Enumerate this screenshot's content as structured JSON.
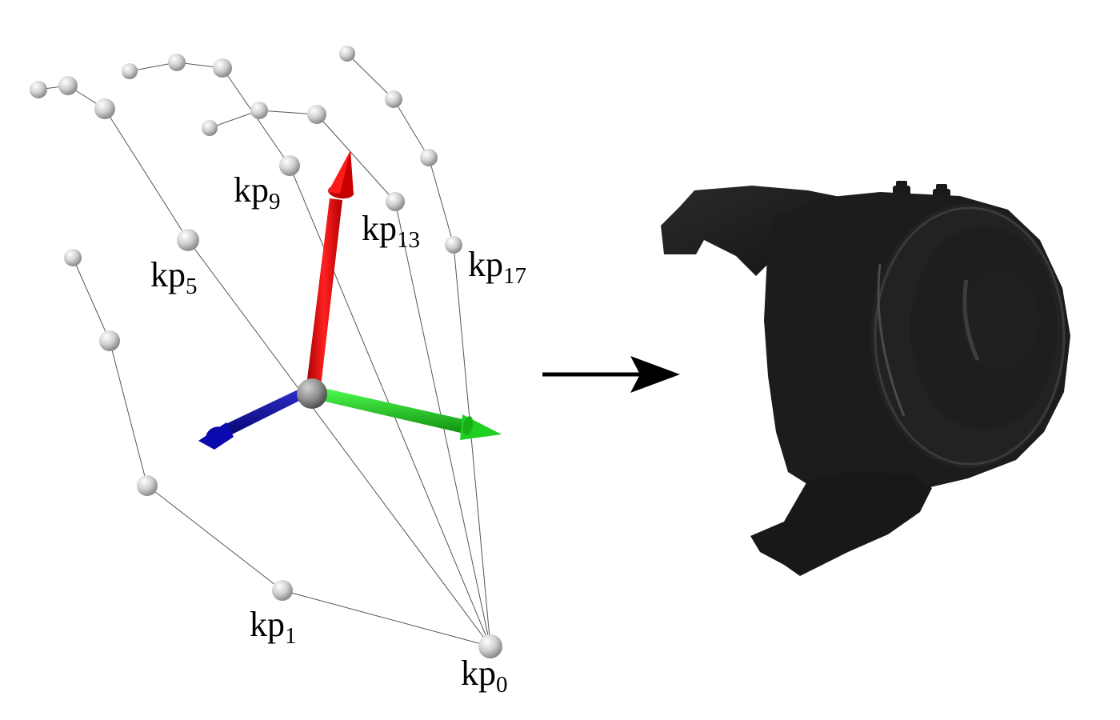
{
  "diagram": {
    "labels": {
      "kp0": {
        "base": "kp",
        "sub": "0"
      },
      "kp1": {
        "base": "kp",
        "sub": "1"
      },
      "kp5": {
        "base": "kp",
        "sub": "5"
      },
      "kp9": {
        "base": "kp",
        "sub": "9"
      },
      "kp13": {
        "base": "kp",
        "sub": "13"
      },
      "kp17": {
        "base": "kp",
        "sub": "17"
      }
    },
    "colors": {
      "x_axis": "#e01010",
      "y_axis": "#10c010",
      "z_axis": "#0a0aa0",
      "keypoint": "#c8c8c8",
      "bone": "#555555",
      "object": "#1c1c1c",
      "arrow": "#000000"
    },
    "icons": [
      "hand-skeleton",
      "coordinate-frame",
      "right-arrow",
      "gripper-object"
    ]
  }
}
